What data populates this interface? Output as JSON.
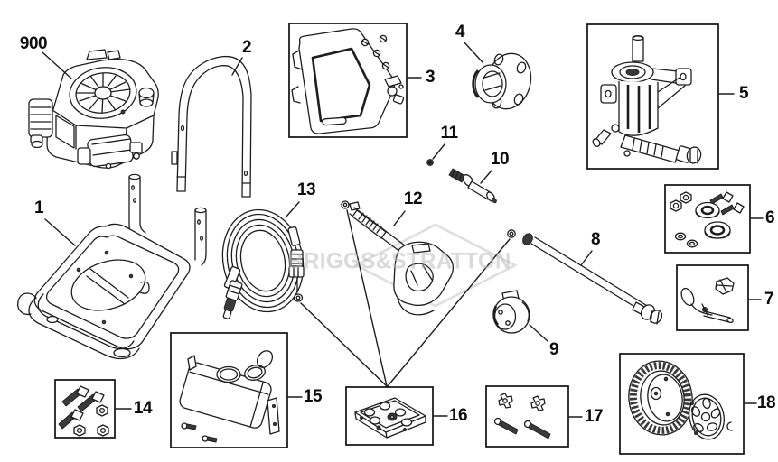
{
  "watermark": {
    "text": "BRIGGS&STRATTON"
  },
  "parts": {
    "p900": {
      "label": "900"
    },
    "p1": {
      "label": "1"
    },
    "p2": {
      "label": "2"
    },
    "p3": {
      "label": "3"
    },
    "p4": {
      "label": "4"
    },
    "p5": {
      "label": "5"
    },
    "p6": {
      "label": "6"
    },
    "p7": {
      "label": "7"
    },
    "p8": {
      "label": "8"
    },
    "p9": {
      "label": "9"
    },
    "p10": {
      "label": "10"
    },
    "p11": {
      "label": "11"
    },
    "p12": {
      "label": "12"
    },
    "p13": {
      "label": "13"
    },
    "p14": {
      "label": "14"
    },
    "p15": {
      "label": "15"
    },
    "p16": {
      "label": "16"
    },
    "p17": {
      "label": "17"
    },
    "p18": {
      "label": "18"
    }
  }
}
